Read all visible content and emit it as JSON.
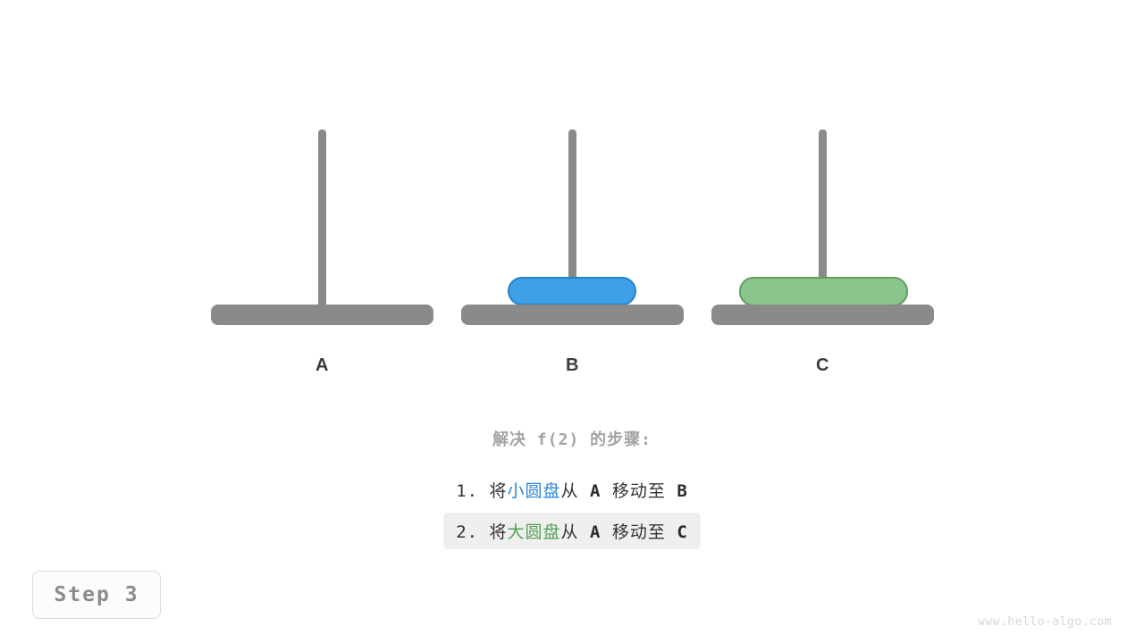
{
  "scene": {
    "title": "hanota tower of hanoi step diagram",
    "colors": {
      "rod": "#8a8a8a",
      "base": "#8a8a8a",
      "small_disk_fill": "#3fa0e8",
      "small_disk_border": "#2681c9",
      "large_disk_fill": "#8cc58b",
      "large_disk_border": "#5da15c",
      "highlight_bg": "#efefef",
      "caption": "#a3a3a3",
      "blue_text": "#2e86d8",
      "green_text": "#54a055"
    },
    "pegs": [
      {
        "label": "A",
        "disks": []
      },
      {
        "label": "B",
        "disks": [
          {
            "size": "small",
            "name": "small-disk"
          }
        ]
      },
      {
        "label": "C",
        "disks": [
          {
            "size": "large",
            "name": "large-disk"
          }
        ]
      }
    ]
  },
  "caption": {
    "text": "解决 f(2) 的步骤:"
  },
  "steps": [
    {
      "number": "1.",
      "prefix": " 将",
      "keyword": "小圆盘",
      "keyword_color": "blue",
      "middle": "从 ",
      "from": "A",
      "verb": " 移动至 ",
      "to": "B",
      "highlighted": false
    },
    {
      "number": "2.",
      "prefix": " 将",
      "keyword": "大圆盘",
      "keyword_color": "green",
      "middle": "从 ",
      "from": "A",
      "verb": " 移动至 ",
      "to": "C",
      "highlighted": true
    }
  ],
  "badge": {
    "label": "Step 3"
  },
  "watermark": {
    "text": "www.hello-algo.com"
  }
}
